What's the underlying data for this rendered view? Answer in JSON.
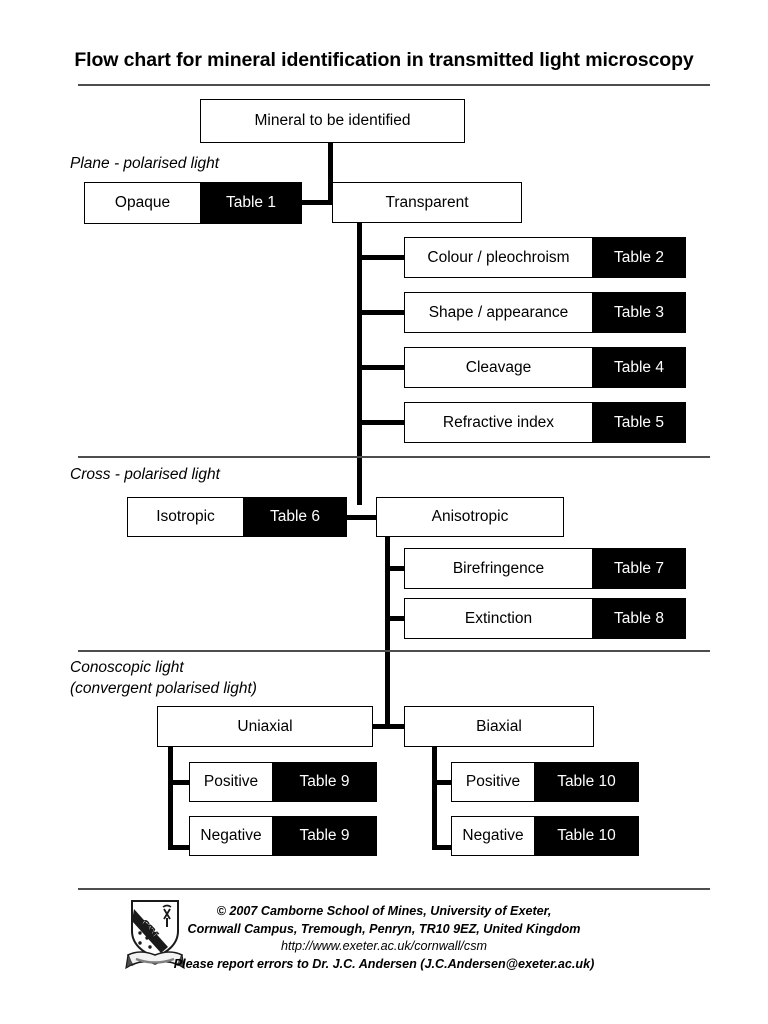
{
  "document": {
    "title": "Flow chart for mineral identification in transmitted light microscopy"
  },
  "root_node": {
    "label": "Mineral to be identified"
  },
  "sections": [
    {
      "id": "plane-polarised",
      "label": "Plane - polarised light",
      "branch_left": {
        "label": "Opaque",
        "table": "Table 1"
      },
      "branch_right": {
        "label": "Transparent"
      },
      "properties": [
        {
          "label": "Colour / pleochroism",
          "table": "Table 2"
        },
        {
          "label": "Shape / appearance",
          "table": "Table 3"
        },
        {
          "label": "Cleavage",
          "table": "Table 4"
        },
        {
          "label": "Refractive index",
          "table": "Table 5"
        }
      ]
    },
    {
      "id": "cross-polarised",
      "label": "Cross - polarised light",
      "branch_left": {
        "label": "Isotropic",
        "table": "Table 6"
      },
      "branch_right": {
        "label": "Anisotropic"
      },
      "properties": [
        {
          "label": "Birefringence",
          "table": "Table 7"
        },
        {
          "label": "Extinction",
          "table": "Table 8"
        }
      ]
    },
    {
      "id": "conoscopic",
      "label_line1": "Conoscopic light",
      "label_line2": "(convergent polarised light)",
      "branch_left": {
        "label": "Uniaxial",
        "children": [
          {
            "label": "Positive",
            "table": "Table 9"
          },
          {
            "label": "Negative",
            "table": "Table 9"
          }
        ]
      },
      "branch_right": {
        "label": "Biaxial",
        "children": [
          {
            "label": "Positive",
            "table": "Table 10"
          },
          {
            "label": "Negative",
            "table": "Table 10"
          }
        ]
      }
    }
  ],
  "footer": {
    "line1": "© 2007  Camborne School of Mines, University of Exeter,",
    "line2": "Cornwall Campus, Tremough, Penryn, TR10 9EZ, United Kingdom",
    "line3": "http://www.exeter.ac.uk/cornwall/csm",
    "line4": "Please report errors to Dr. J.C. Andersen (J.C.Andersen@exeter.ac.uk)",
    "crest_icon": "csm-shield-crest-icon"
  },
  "colors": {
    "ink": "#000000",
    "paper": "#ffffff",
    "rule": "#4d4d4d"
  }
}
